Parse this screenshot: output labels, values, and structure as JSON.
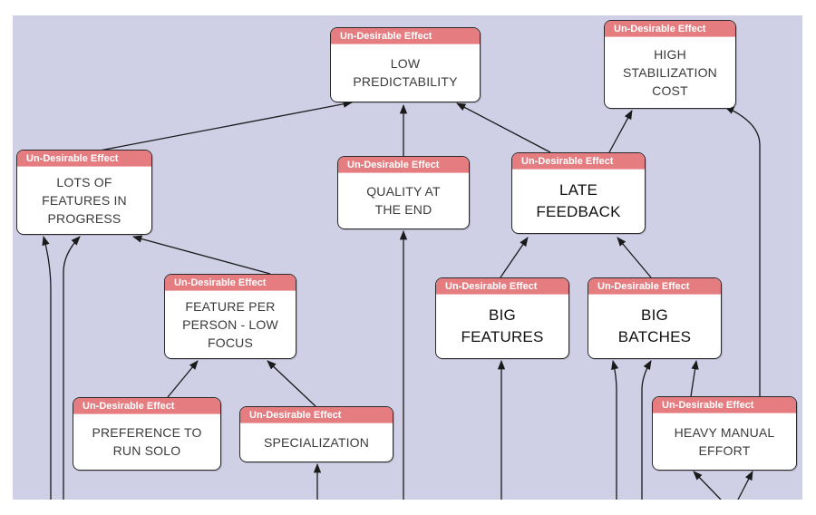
{
  "diagram": {
    "type": "current-reality-tree",
    "header_label": "Un-Desirable Effect",
    "colors": {
      "background": "#cfcfe6",
      "header": "#e47c80",
      "node_fill": "#ffffff",
      "edge": "#1a1a1a"
    },
    "nodes": [
      {
        "id": "low_predictability",
        "label": "LOW PREDICTABILITY",
        "lines": [
          "LOW",
          "PREDICTABILITY"
        ],
        "emphasis": false
      },
      {
        "id": "high_stabilization_cost",
        "label": "HIGH STABILIZATION COST",
        "lines": [
          "HIGH",
          "STABILIZATION",
          "COST"
        ],
        "emphasis": false
      },
      {
        "id": "lots_of_features",
        "label": "LOTS OF FEATURES IN PROGRESS",
        "lines": [
          "LOTS OF",
          "FEATURES IN",
          "PROGRESS"
        ],
        "emphasis": false
      },
      {
        "id": "quality_at_end",
        "label": "QUALITY AT THE END",
        "lines": [
          "QUALITY AT",
          "THE END"
        ],
        "emphasis": false
      },
      {
        "id": "late_feedback",
        "label": "LATE FEEDBACK",
        "lines": [
          "LATE",
          "FEEDBACK"
        ],
        "emphasis": true
      },
      {
        "id": "feature_per_person",
        "label": "FEATURE PER PERSON - LOW FOCUS",
        "lines": [
          "FEATURE PER",
          "PERSON - LOW",
          "FOCUS"
        ],
        "emphasis": false
      },
      {
        "id": "big_features",
        "label": "BIG FEATURES",
        "lines": [
          "BIG",
          "FEATURES"
        ],
        "emphasis": true
      },
      {
        "id": "big_batches",
        "label": "BIG BATCHES",
        "lines": [
          "BIG",
          "BATCHES"
        ],
        "emphasis": true
      },
      {
        "id": "preference_solo",
        "label": "PREFERENCE TO RUN SOLO",
        "lines": [
          "PREFERENCE TO",
          "RUN SOLO"
        ],
        "emphasis": false
      },
      {
        "id": "specialization",
        "label": "SPECIALIZATION",
        "lines": [
          "SPECIALIZATION"
        ],
        "emphasis": false
      },
      {
        "id": "heavy_manual_effort",
        "label": "HEAVY MANUAL EFFORT",
        "lines": [
          "HEAVY MANUAL",
          "EFFORT"
        ],
        "emphasis": false
      }
    ],
    "edges": [
      {
        "from": "lots_of_features",
        "to": "low_predictability"
      },
      {
        "from": "quality_at_end",
        "to": "low_predictability"
      },
      {
        "from": "late_feedback",
        "to": "low_predictability"
      },
      {
        "from": "late_feedback",
        "to": "high_stabilization_cost"
      },
      {
        "from": "heavy_manual_effort",
        "to": "high_stabilization_cost"
      },
      {
        "from": "feature_per_person",
        "to": "lots_of_features"
      },
      {
        "from": "big_features",
        "to": "late_feedback"
      },
      {
        "from": "big_batches",
        "to": "late_feedback"
      },
      {
        "from": "preference_solo",
        "to": "feature_per_person"
      },
      {
        "from": "specialization",
        "to": "feature_per_person"
      },
      {
        "from": "heavy_manual_effort",
        "to": "big_batches"
      },
      {
        "from": "offscreen",
        "to": "lots_of_features"
      },
      {
        "from": "offscreen",
        "to": "lots_of_features"
      },
      {
        "from": "offscreen",
        "to": "quality_at_end"
      },
      {
        "from": "offscreen",
        "to": "specialization"
      },
      {
        "from": "offscreen",
        "to": "big_features"
      },
      {
        "from": "offscreen",
        "to": "big_batches"
      },
      {
        "from": "offscreen",
        "to": "big_batches"
      },
      {
        "from": "offscreen",
        "to": "heavy_manual_effort"
      },
      {
        "from": "offscreen",
        "to": "heavy_manual_effort"
      }
    ]
  }
}
